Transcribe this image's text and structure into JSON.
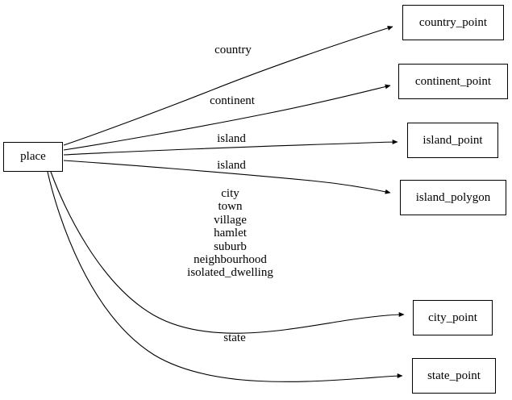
{
  "diagram": {
    "type": "directed-graph",
    "title": "place",
    "background_color": "#ffffff",
    "stroke_color": "#000000",
    "text_color": "#000000",
    "nodes": [
      {
        "id": "place",
        "label": "place"
      },
      {
        "id": "country_point",
        "label": "country_point"
      },
      {
        "id": "continent_point",
        "label": "continent_point"
      },
      {
        "id": "island_point",
        "label": "island_point"
      },
      {
        "id": "island_polygon",
        "label": "island_polygon"
      },
      {
        "id": "city_point",
        "label": "city_point"
      },
      {
        "id": "state_point",
        "label": "state_point"
      }
    ],
    "edges": [
      {
        "from": "place",
        "to": "country_point",
        "label": "country"
      },
      {
        "from": "place",
        "to": "continent_point",
        "label": "continent"
      },
      {
        "from": "place",
        "to": "island_point",
        "label": "island"
      },
      {
        "from": "place",
        "to": "island_polygon",
        "label": "island"
      },
      {
        "from": "place",
        "to": "city_point",
        "label": "city\ntown\nvillage\nhamlet\nsuburb\nneighbourhood\nisolated_dwelling"
      },
      {
        "from": "place",
        "to": "state_point",
        "label": "state"
      }
    ]
  }
}
